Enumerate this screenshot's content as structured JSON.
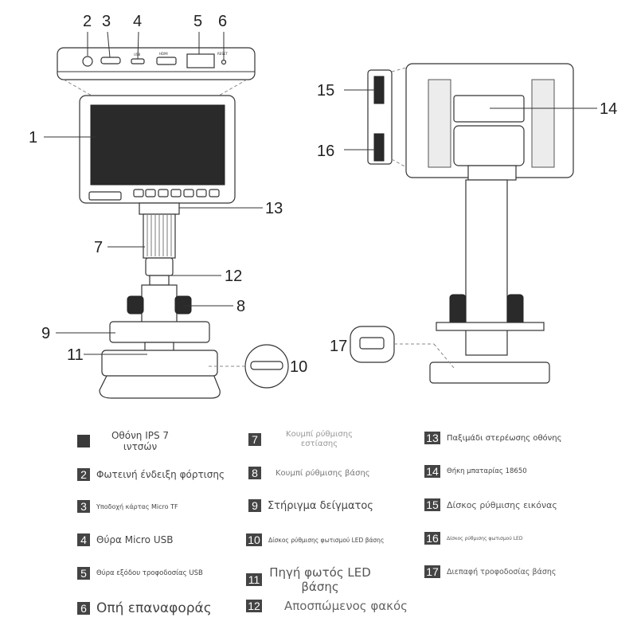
{
  "callouts": [
    "1",
    "2",
    "3",
    "4",
    "5",
    "6",
    "7",
    "8",
    "9",
    "10",
    "11",
    "12",
    "13",
    "14",
    "15",
    "16",
    "17"
  ],
  "panel_labels": {
    "port4": "USB",
    "port5": "HDMI",
    "port6": "RESET"
  },
  "legend": [
    {
      "num": "",
      "text": "Οθόνη IPS 7 ιντσών"
    },
    {
      "num": "2",
      "text": "Φωτεινή ένδειξη φόρτισης"
    },
    {
      "num": "3",
      "text": "Υποδοχή κάρτας Micro TF"
    },
    {
      "num": "4",
      "text": "Θύρα Micro USB"
    },
    {
      "num": "5",
      "text": "Θύρα εξόδου τροφοδοσίας USB"
    },
    {
      "num": "6",
      "text": "Οπή επαναφοράς"
    },
    {
      "num": "7",
      "text": "Κουμπί ρύθμισης εστίασης"
    },
    {
      "num": "8",
      "text": "Κουμπί ρύθμισης βάσης"
    },
    {
      "num": "9",
      "text": "Στήριγμα δείγματος"
    },
    {
      "num": "10",
      "text": "Δίσκος ρύθμισης φωτισμού LED βάσης"
    },
    {
      "num": "11",
      "text": "Πηγή φωτός LED βάσης"
    },
    {
      "num": "12",
      "text": "Αποσπώμενος φακός"
    },
    {
      "num": "13",
      "text": "Παξιμάδι στερέωσης οθόνης"
    },
    {
      "num": "14",
      "text": "Θήκη μπαταρίας 18650"
    },
    {
      "num": "15",
      "text": "Δίσκος ρύθμισης εικόνας"
    },
    {
      "num": "16",
      "text": "Δίσκος ρύθμισης φωτισμού LED"
    },
    {
      "num": "17",
      "text": "Διεπαφή τροφοδοσίας βάσης"
    }
  ]
}
